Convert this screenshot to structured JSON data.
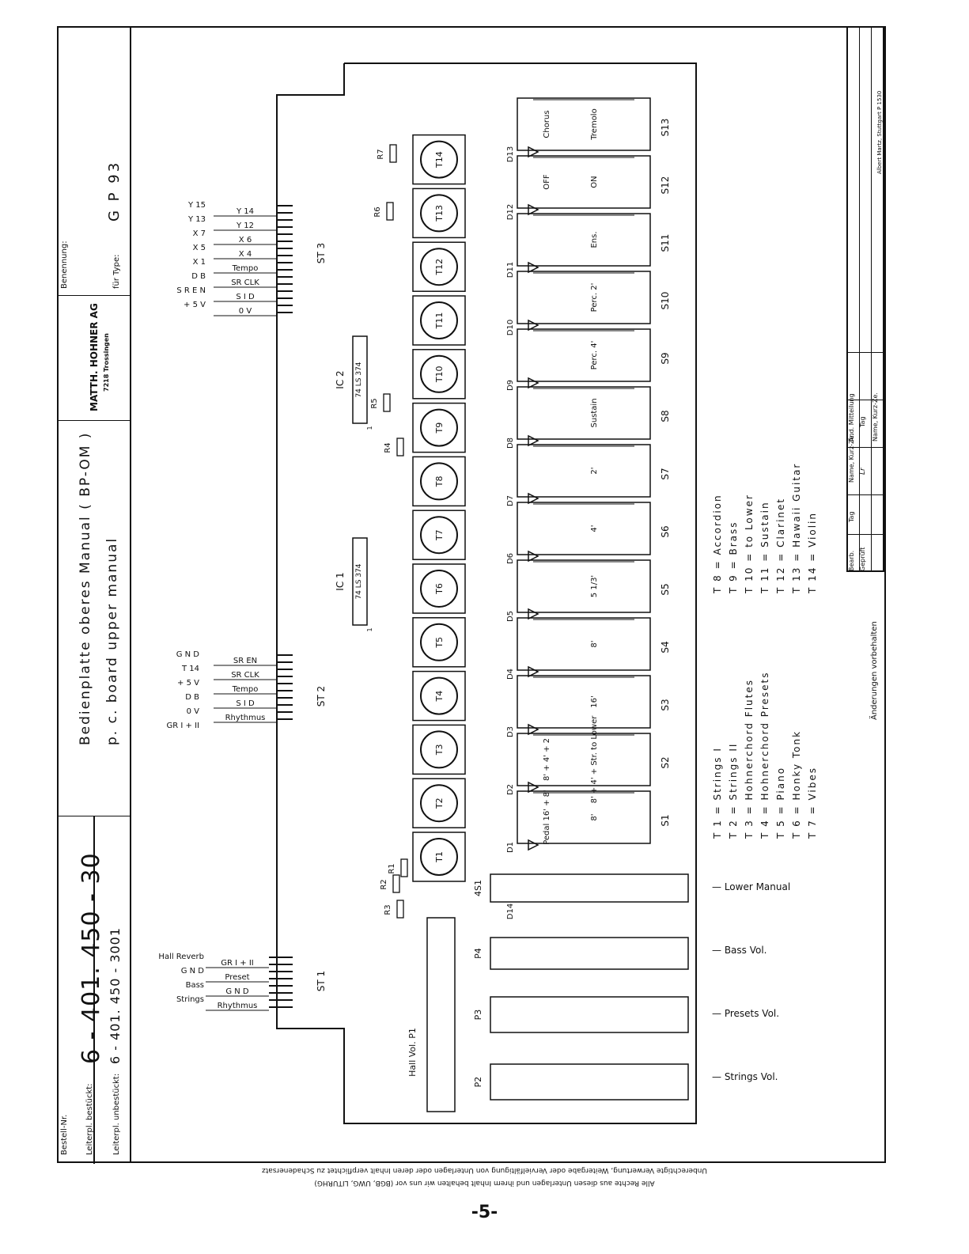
{
  "title_block": {
    "bestell_label": "Bestell-Nr.",
    "bestueckt_label": "Leiterpl. bestückt:",
    "unbestueckt_label": "Leiterpl. unbestückt:",
    "part_number": "6 - 401. 450 - 30",
    "part_number_unassembled": "6 - 401. 450 - 3001",
    "description_de": "Bedienplatte oberes Manual ( BP-OM )",
    "description_en": "p. c. board upper manual",
    "company": "MATTH. HOHNER AG",
    "city": "7218 Trossingen",
    "benennung_label": "Benennung:",
    "fuer_typ_label": "für Type:",
    "type": "G P 93"
  },
  "revision_block": {
    "bearb": "Bearb.",
    "geprueft": "Geprüft",
    "tag": "Tag",
    "name": "Name, Kurz-Ze.",
    "aend": "Änd. Mitteilung",
    "tag2": "Tag",
    "name2": "Name, Kurz-Ze.",
    "signature": "Lr",
    "aenderungen": "Änderungen vorbehalten",
    "printer": "Albert Martz, Stuttgart P 1530"
  },
  "connectors": {
    "st3": {
      "label": "ST 3",
      "left": [
        "Y 15",
        "Y 13",
        "X 7",
        "X 5",
        "X 1",
        "D B",
        "S R E N",
        "+ 5 V"
      ],
      "right": [
        "Y 14",
        "Y 12",
        "X 6",
        "X 4",
        "Tempo",
        "SR CLK",
        "S I D",
        "0 V"
      ]
    },
    "st2": {
      "label": "ST 2",
      "left": [
        "G N D",
        "T 14",
        "+ 5 V",
        "D B",
        "0 V",
        "GR I + II"
      ],
      "right": [
        "SR EN",
        "SR CLK",
        "Tempo",
        "S I D",
        "Rhythmus"
      ]
    },
    "st1": {
      "label": "ST 1",
      "left": [
        "Hall Reverb",
        "G N D",
        "Bass",
        "Strings"
      ],
      "right": [
        "GR I + II",
        "Preset",
        "G N D",
        "Rhythmus"
      ]
    }
  },
  "ics": [
    {
      "name": "IC 2",
      "chip": "74 LS 374",
      "pin": "1"
    },
    {
      "name": "IC 1",
      "chip": "74 LS 374",
      "pin": "1"
    }
  ],
  "resistors": [
    "R1",
    "R2",
    "R3",
    "R4",
    "R5",
    "R6",
    "R7"
  ],
  "buttons": [
    "T1",
    "T2",
    "T3",
    "T4",
    "T5",
    "T6",
    "T7",
    "T8",
    "T9",
    "T10",
    "T11",
    "T12",
    "T13",
    "T14"
  ],
  "diodes": [
    "D1",
    "D2",
    "D3",
    "D4",
    "D5",
    "D6",
    "D7",
    "D8",
    "D9",
    "D10",
    "D11",
    "D12",
    "D13",
    "D14"
  ],
  "switches": [
    {
      "id": "S1",
      "top": "Pedal 16' + 8'",
      "bottom": "8'"
    },
    {
      "id": "S2",
      "top": "8' + 4' + 2",
      "bottom": "8' + 4' + Str. to Lower"
    },
    {
      "id": "S3",
      "top": "",
      "bottom": "16'"
    },
    {
      "id": "S4",
      "top": "",
      "bottom": "8'"
    },
    {
      "id": "S5",
      "top": "",
      "bottom": "5 1/3'"
    },
    {
      "id": "S6",
      "top": "",
      "bottom": "4'"
    },
    {
      "id": "S7",
      "top": "",
      "bottom": "2'"
    },
    {
      "id": "S8",
      "top": "",
      "bottom": "Sustain"
    },
    {
      "id": "S9",
      "top": "",
      "bottom": "Perc. 4'"
    },
    {
      "id": "S10",
      "top": "",
      "bottom": "Perc. 2'"
    },
    {
      "id": "S11",
      "top": "",
      "bottom": "Ens."
    },
    {
      "id": "S12",
      "top": "OFF",
      "bottom": "ON"
    },
    {
      "id": "S13",
      "top": "Chorus",
      "bottom": "Tremolo"
    }
  ],
  "legend": [
    {
      "key": "T 1",
      "eq": "=",
      "value": "Strings I"
    },
    {
      "key": "T 2",
      "eq": "=",
      "value": "Strings II"
    },
    {
      "key": "T 3",
      "eq": "=",
      "value": "Hohnerchord Flutes"
    },
    {
      "key": "T 4",
      "eq": "=",
      "value": "Hohnerchord Presets"
    },
    {
      "key": "T 5",
      "eq": "=",
      "value": "Piano"
    },
    {
      "key": "T 6",
      "eq": "=",
      "value": "Honky Tonk"
    },
    {
      "key": "T 7",
      "eq": "=",
      "value": "Vibes"
    },
    {
      "key": "T 8",
      "eq": "=",
      "value": "Accordion"
    },
    {
      "key": "T 9",
      "eq": "=",
      "value": "Brass"
    },
    {
      "key": "T 10",
      "eq": "=",
      "value": "to Lower"
    },
    {
      "key": "T 11",
      "eq": "=",
      "value": "Sustain"
    },
    {
      "key": "T 12",
      "eq": "=",
      "value": "Clarinet"
    },
    {
      "key": "T 13",
      "eq": "=",
      "value": "Hawaii Guitar"
    },
    {
      "key": "T 14",
      "eq": "=",
      "value": "Violin"
    }
  ],
  "faders": [
    {
      "id": "P1",
      "label": "Hall Vol. P1"
    },
    {
      "id": "P2",
      "label": "Strings Vol."
    },
    {
      "id": "P3",
      "label": "Presets Vol."
    },
    {
      "id": "P4",
      "label": "Bass Vol."
    },
    {
      "id": "4S1",
      "label": "Lower Manual"
    }
  ],
  "copyright": {
    "line1": "Unberechtigte Verwertung, Weitergabe oder Vervielfältigung von Unterlagen oder deren Inhalt verpflichtet zu Schadenersatz",
    "line2": "Alle Rechte aus diesen Unterlagen und ihrem Inhalt behalten wir uns vor (BGB, UWG, LITURHG)"
  },
  "page_number": "-5-"
}
